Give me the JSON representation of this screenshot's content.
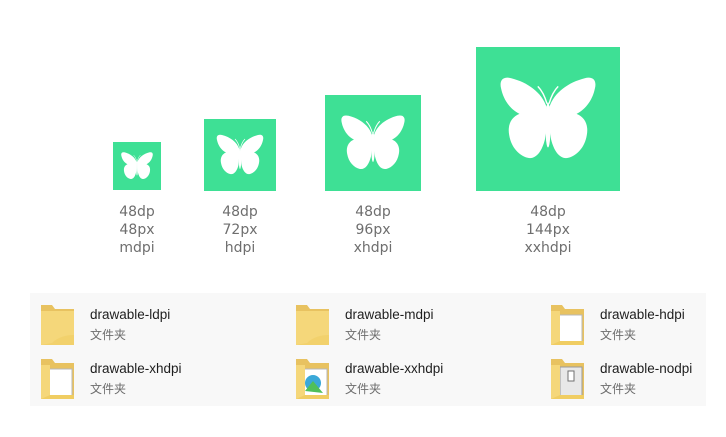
{
  "colors": {
    "icon_background": "#3ee095",
    "butterfly": "#ffffff",
    "caption_text": "#6e6e6e",
    "folder_panel": "#f8f8f8",
    "folder_yellow": "#f5d77a"
  },
  "densities": [
    {
      "lines": [
        "48dp",
        "48px",
        "mdpi"
      ]
    },
    {
      "lines": [
        "48dp",
        "72px",
        "hdpi"
      ]
    },
    {
      "lines": [
        "48dp",
        "96px",
        "xhdpi"
      ]
    },
    {
      "lines": [
        "48dp",
        "144px",
        "xxhdpi"
      ]
    }
  ],
  "folders": [
    {
      "name": "drawable-ldpi",
      "type": "文件夹",
      "icon": "folder-icon"
    },
    {
      "name": "drawable-mdpi",
      "type": "文件夹",
      "icon": "folder-icon"
    },
    {
      "name": "drawable-hdpi",
      "type": "文件夹",
      "icon": "folder-with-document-icon"
    },
    {
      "name": "drawable-xhdpi",
      "type": "文件夹",
      "icon": "folder-with-document-icon"
    },
    {
      "name": "drawable-xxhdpi",
      "type": "文件夹",
      "icon": "folder-with-image-icon"
    },
    {
      "name": "drawable-nodpi",
      "type": "文件夹",
      "icon": "folder-with-file-icon"
    }
  ]
}
